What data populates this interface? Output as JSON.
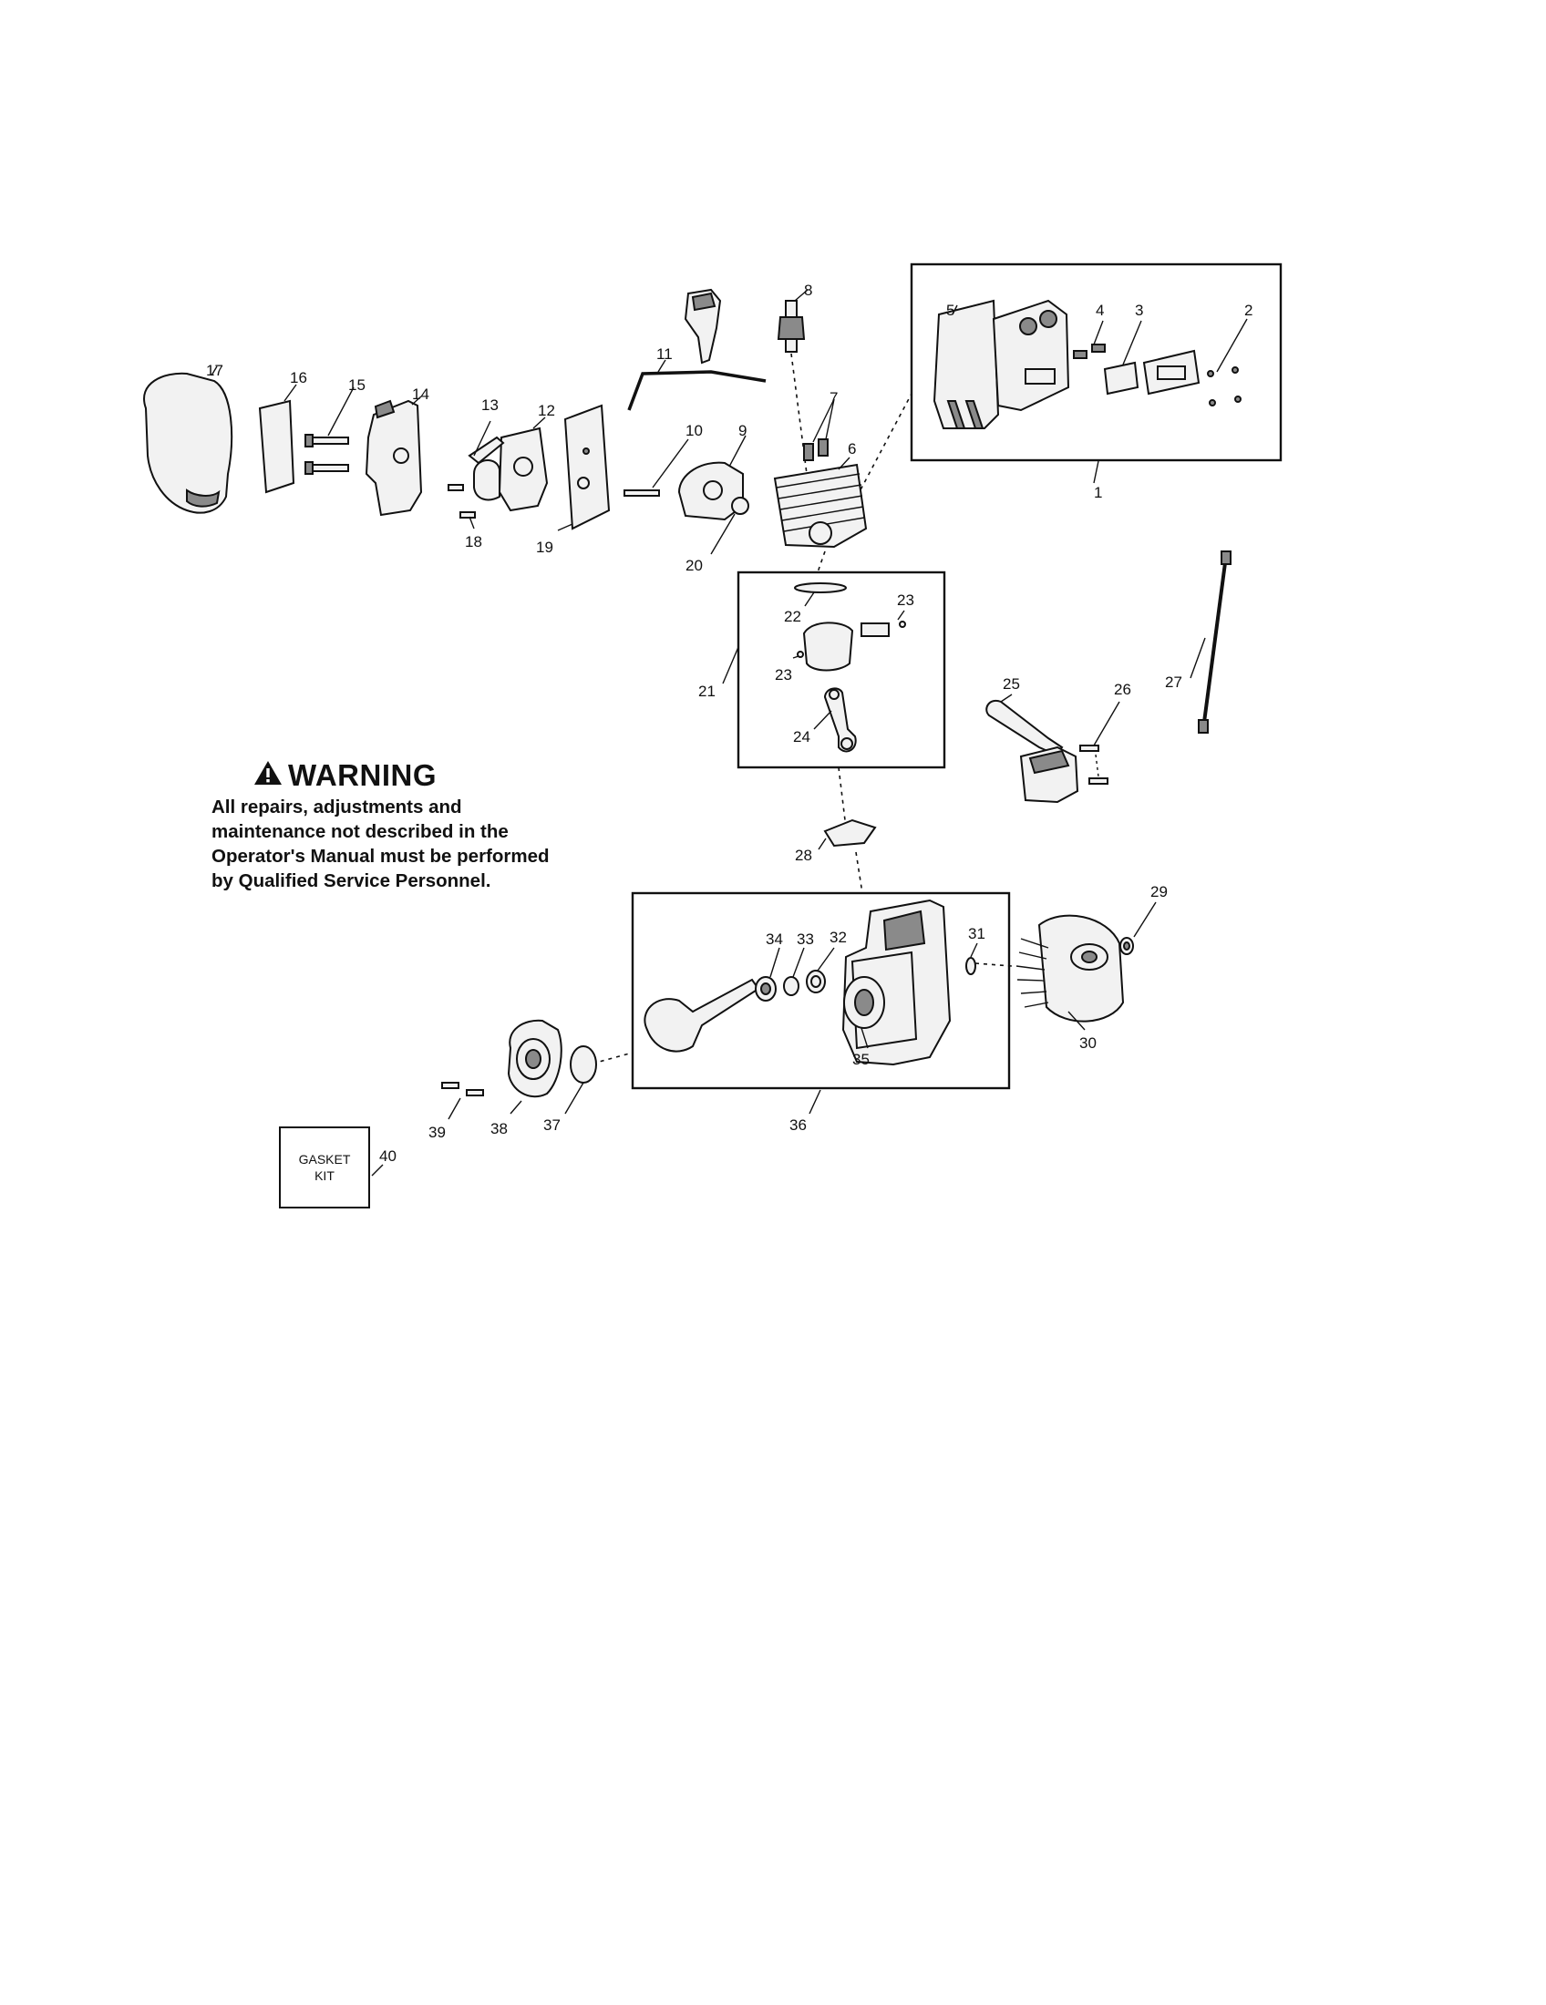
{
  "warning": {
    "title": "WARNING",
    "text": "All repairs, adjustments and maintenance not described in the Operator's Manual must be performed by Qualified Service Personnel."
  },
  "gasket_kit": {
    "label": "GASKET\nKIT"
  },
  "callouts": {
    "n1": "1",
    "n2": "2",
    "n3": "3",
    "n4": "4",
    "n5": "5",
    "n6": "6",
    "n7": "7",
    "n8": "8",
    "n9": "9",
    "n10": "10",
    "n11": "11",
    "n12": "12",
    "n13": "13",
    "n14": "14",
    "n15": "15",
    "n16": "16",
    "n17": "17",
    "n18": "18",
    "n19": "19",
    "n20": "20",
    "n21": "21",
    "n22": "22",
    "n23a": "23",
    "n23b": "23",
    "n24": "24",
    "n25": "25",
    "n26": "26",
    "n27": "27",
    "n28": "28",
    "n29": "29",
    "n30": "30",
    "n31": "31",
    "n32": "32",
    "n33": "33",
    "n34": "34",
    "n35": "35",
    "n36": "36",
    "n37": "37",
    "n38": "38",
    "n39": "39",
    "n40": "40"
  }
}
